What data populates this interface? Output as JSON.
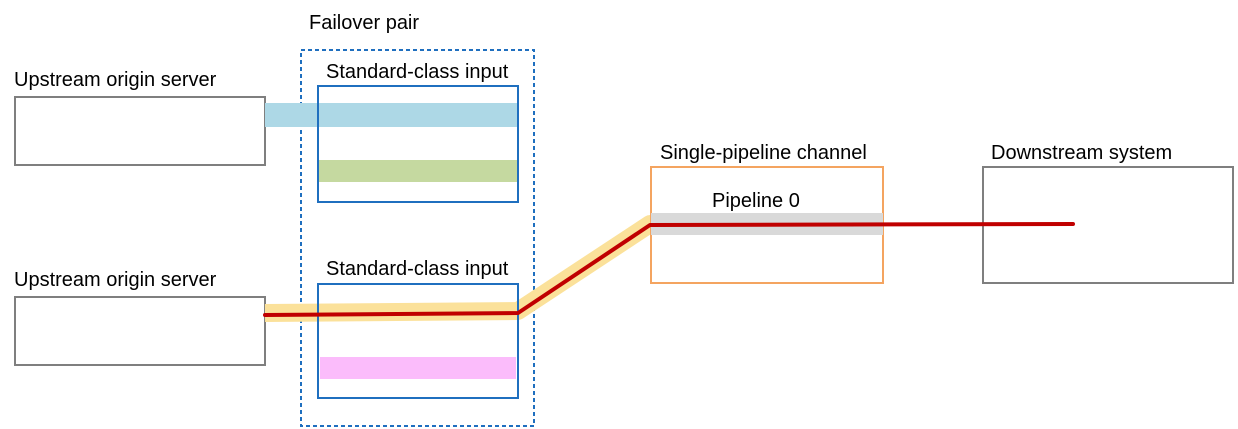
{
  "labels": {
    "failover_pair": "Failover pair",
    "upstream_top": "Upstream origin server",
    "upstream_bottom": "Upstream origin server",
    "input_top": "Standard-class input",
    "input_bottom": "Standard-class input",
    "channel": "Single-pipeline channel",
    "pipeline": "Pipeline 0",
    "downstream": "Downstream system"
  },
  "colors": {
    "server_border": "#7f7f7f",
    "input_border": "#1f6fbf",
    "failover_border": "#1f6fbf",
    "channel_border": "#f4a460",
    "active_path": "#c00000",
    "path_halo": "#fbe19a",
    "pipeline_bar": "#d9d9d9",
    "input_top_stream_1": "#add8e6",
    "input_top_stream_2": "#c5d9a0",
    "input_bottom_stream_1": "#fbe19a",
    "input_bottom_stream_2": "#fbbcfb"
  }
}
